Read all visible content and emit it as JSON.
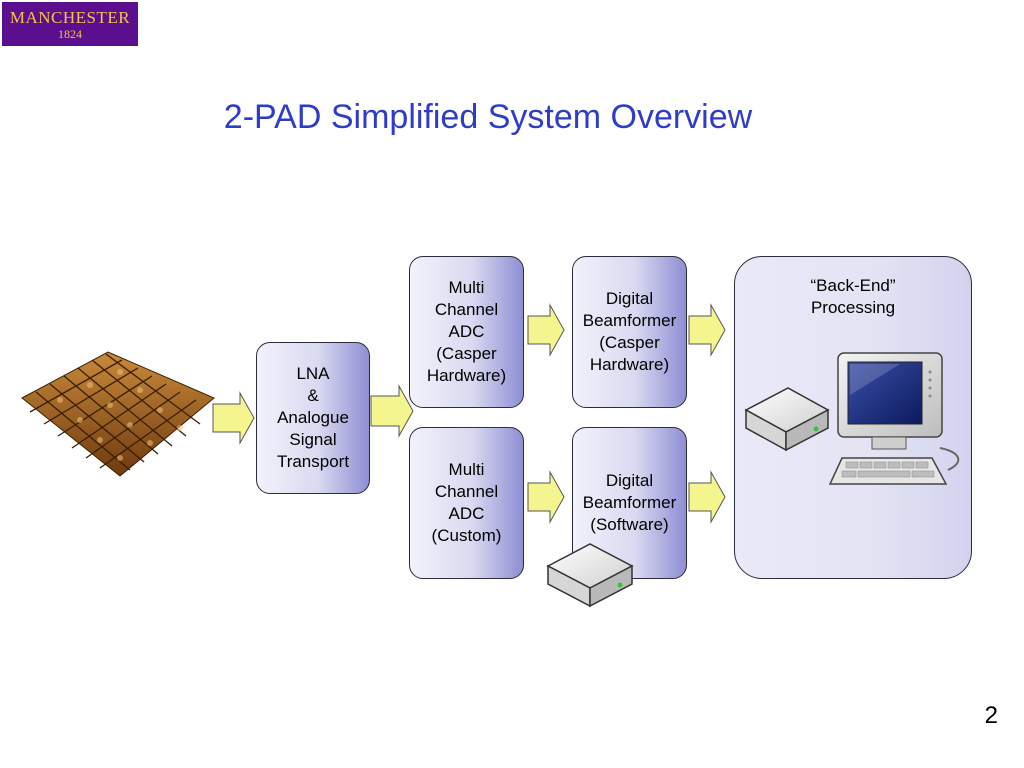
{
  "logo": {
    "name": "MANCHESTER",
    "year": "1824"
  },
  "title": "2-PAD Simplified System Overview",
  "blocks": {
    "lna": "LNA\n&\nAnalogue\nSignal\nTransport",
    "adc_casper": "Multi\nChannel\nADC\n(Casper\nHardware)",
    "adc_custom": "Multi\nChannel\nADC\n(Custom)",
    "beamformer_casper": "Digital\nBeamformer\n(Casper\nHardware)",
    "beamformer_software": "Digital\nBeamformer\n(Software)",
    "backend": "“Back-End”\nProcessing"
  },
  "icons": {
    "antenna_array": "antenna-array-icon",
    "arrow": "arrow-right-icon",
    "drive": "hard-drive-icon",
    "computer": "desktop-computer-icon"
  },
  "colors": {
    "title": "#2e3cc7",
    "arrow_fill": "#f4f58e",
    "box_gradient_end": "#8e8ed4",
    "logo_bg": "#5b0f8f",
    "logo_text": "#f4c542"
  },
  "page_number": "2"
}
